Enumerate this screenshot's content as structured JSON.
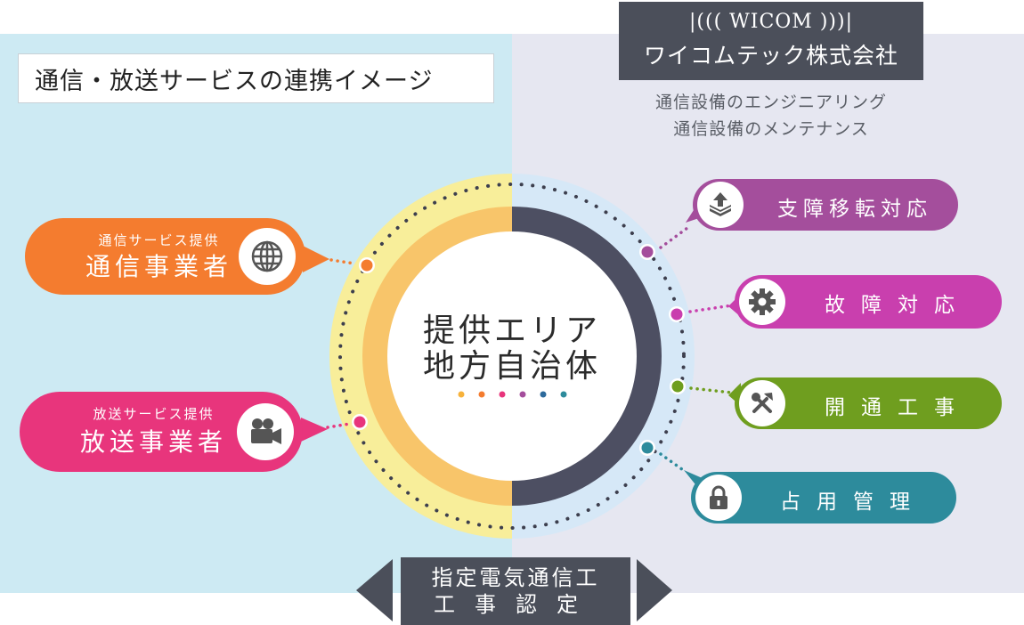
{
  "title": "通信・放送サービスの連携イメージ",
  "company": {
    "logo_text": "|((( WICOM )))|",
    "name": "ワイコムテック株式会社"
  },
  "services": [
    "通信設備のエンジニアリング",
    "通信設備のメンテナンス"
  ],
  "center": {
    "line1": "提供エリア",
    "line2": "地方自治体"
  },
  "left_nodes": [
    {
      "sub": "通信サービス提供",
      "main": "通信事業者",
      "icon": "globe-icon",
      "color": "#f47c2f"
    },
    {
      "sub": "放送サービス提供",
      "main": "放送事業者",
      "icon": "video-camera-icon",
      "color": "#e8357c"
    }
  ],
  "right_nodes": [
    {
      "label": "支障移転対応",
      "icon": "layers-upload-icon",
      "color": "#a44e9c"
    },
    {
      "label": "故障対応",
      "icon": "gear-icon",
      "color": "#c93fae"
    },
    {
      "label": "開通工事",
      "icon": "tools-icon",
      "color": "#6f9e1f"
    },
    {
      "label": "占用管理",
      "icon": "lock-icon",
      "color": "#2d8b9c"
    }
  ],
  "bottom": {
    "line1": "指定電気通信工",
    "line2": "工事認定"
  },
  "colors": {
    "left_bg": "#cdeaf3",
    "right_bg": "#e6e7f1",
    "ring_yellow": "#f8e98a",
    "ring_orange": "#f8c56a",
    "ring_dark": "#4d4f62"
  }
}
